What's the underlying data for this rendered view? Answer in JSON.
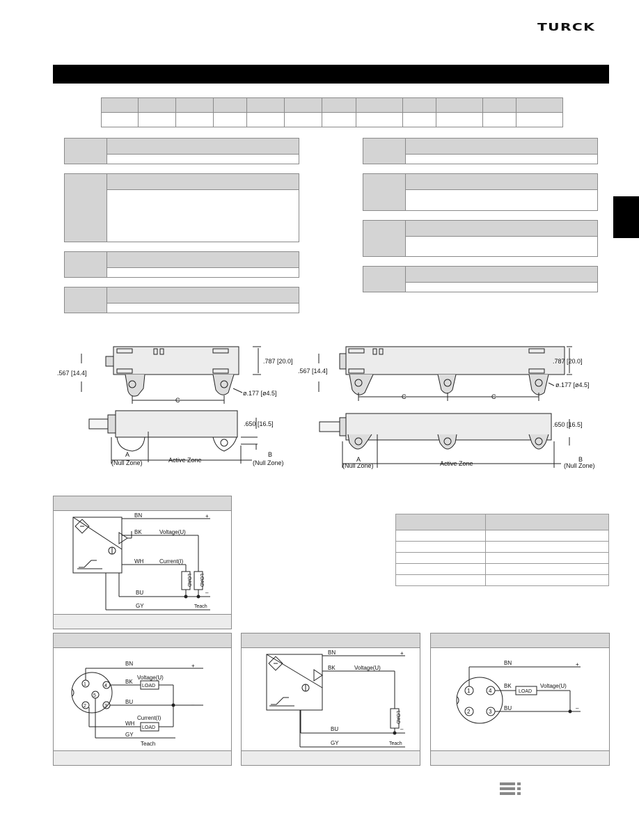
{
  "header": {
    "brand": "TURCK"
  },
  "dimensions": {
    "short": {
      "height_in": ".567",
      "height_mm": "[14.4]",
      "width_in": ".787",
      "width_mm": "[20.0]",
      "hole_in": "ø.177",
      "hole_mm": "[ø4.5]",
      "spacing": "C",
      "depth_in": ".650",
      "depth_mm": "[16.5]",
      "a": "A",
      "null_a": "(Null Zone)",
      "active": "Active Zone",
      "b": "B",
      "null_b": "(Null Zone)"
    },
    "long": {
      "height_in": ".567",
      "height_mm": "[14.4]",
      "width_in": ".787",
      "width_mm": "[20.0]",
      "hole_in": "ø.177",
      "hole_mm": "[ø4.5]",
      "spacing_1": "C",
      "spacing_2": "C",
      "depth_in": ".650",
      "depth_mm": "[16.5]",
      "a": "A",
      "null_a": "(Null Zone)",
      "active": "Active Zone",
      "b": "B",
      "null_b": "(Null Zone)"
    }
  },
  "wiring": {
    "cable": {
      "bn": "BN",
      "plus": "+",
      "bk": "BK",
      "voltage": "Voltage(U)",
      "wh": "WH",
      "current": "Current(I)",
      "load1": "LOAD",
      "load2": "LOAD",
      "bu": "BU",
      "minus": "–",
      "gy": "GY",
      "teach": "Teach"
    },
    "connector5": {
      "bn": "BN",
      "plus": "+",
      "bk": "BK",
      "voltage": "Voltage(U)",
      "load1": "LOAD",
      "bu": "BU",
      "minus": "–",
      "wh": "WH",
      "current": "Current(I)",
      "load2": "LOAD",
      "gy": "GY",
      "teach": "Teach",
      "pins": [
        "1",
        "2",
        "3",
        "4",
        "5"
      ]
    },
    "cable_voltage": {
      "bn": "BN",
      "plus": "+",
      "bk": "BK",
      "voltage": "Voltage(U)",
      "load": "LOAD",
      "bu": "BU",
      "minus": "–",
      "gy": "GY",
      "teach": "Teach"
    },
    "connector4": {
      "bn": "BN",
      "plus": "+",
      "bk": "BK",
      "voltage": "Voltage(U)",
      "load": "LOAD",
      "bu": "BU",
      "minus": "–",
      "pins": [
        "1",
        "2",
        "3",
        "4"
      ]
    }
  }
}
